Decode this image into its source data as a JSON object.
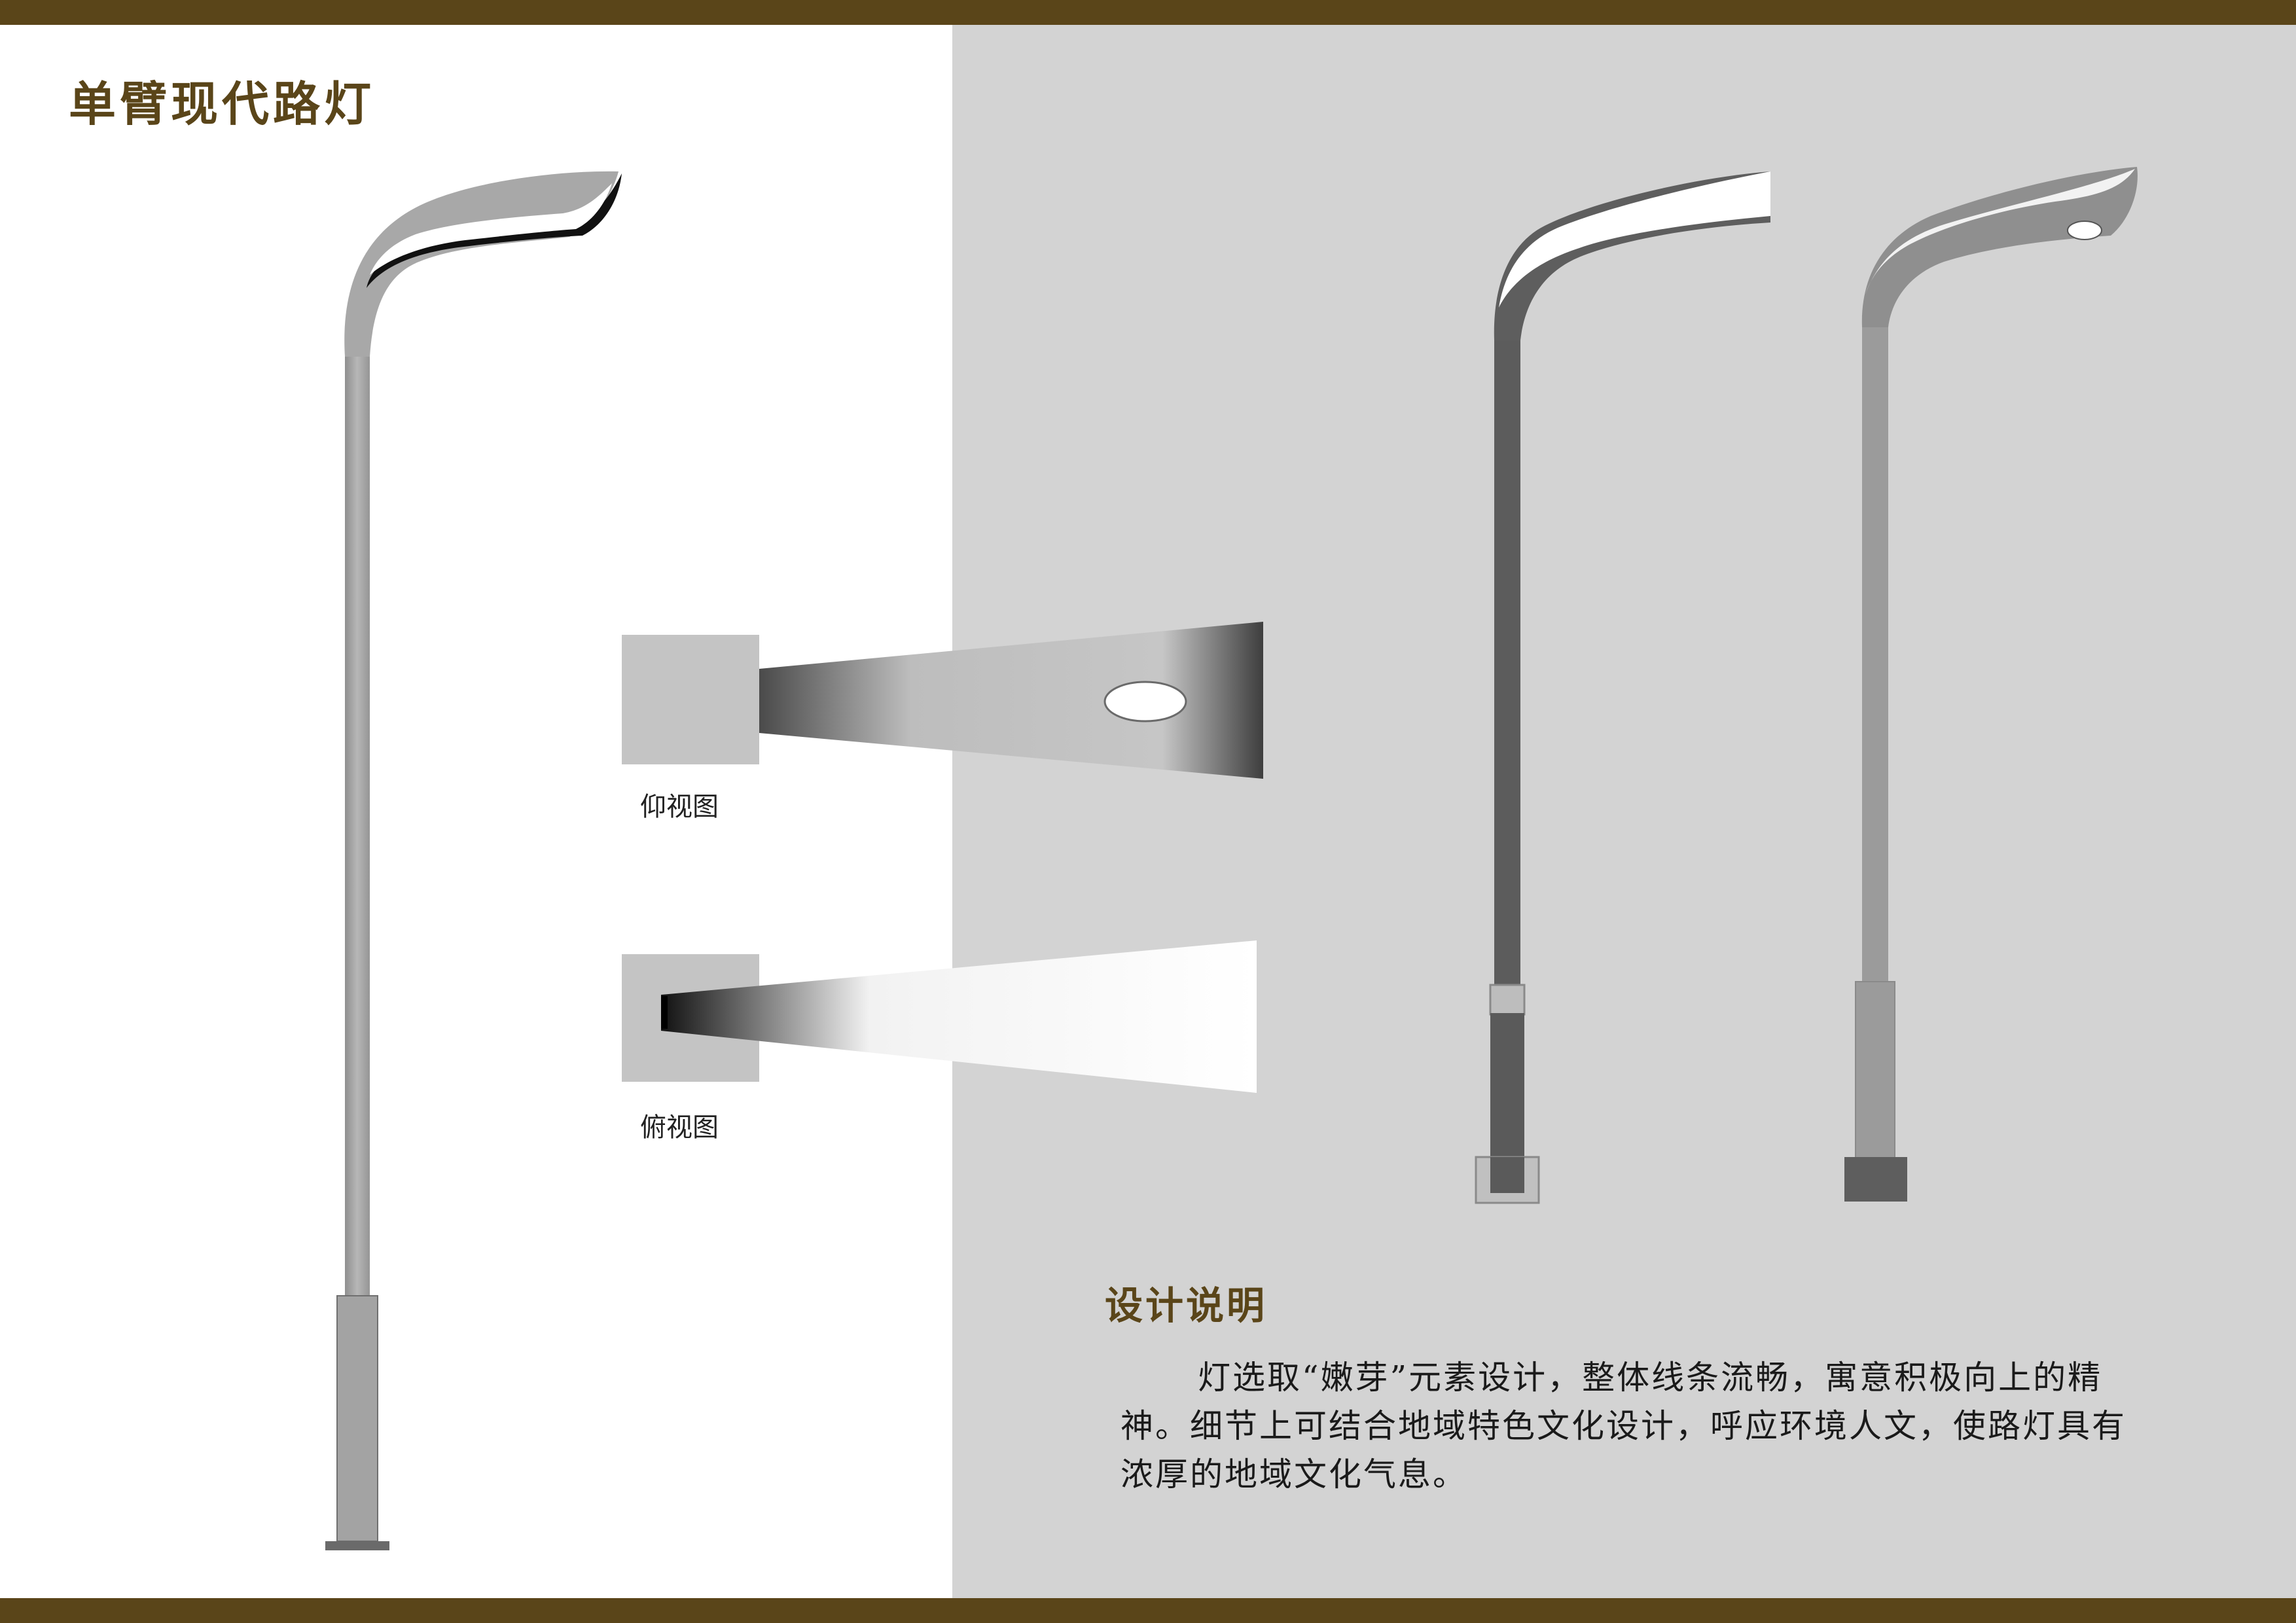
{
  "title": "单臂现代路灯",
  "views": {
    "bottom_view_label": "仰视图",
    "top_view_label": "俯视图"
  },
  "description": {
    "heading": "设计说明",
    "body": "灯选取“嫩芽”元素设计，整体线条流畅，寓意积极向上的精神。细节上可结合地域特色文化设计，呼应环境人文，使路灯具有浓厚的地域文化气息。"
  },
  "colors": {
    "frame_bar": "#5a4519",
    "title_text": "#5a4519",
    "right_panel_background": "#d3d3d3"
  }
}
